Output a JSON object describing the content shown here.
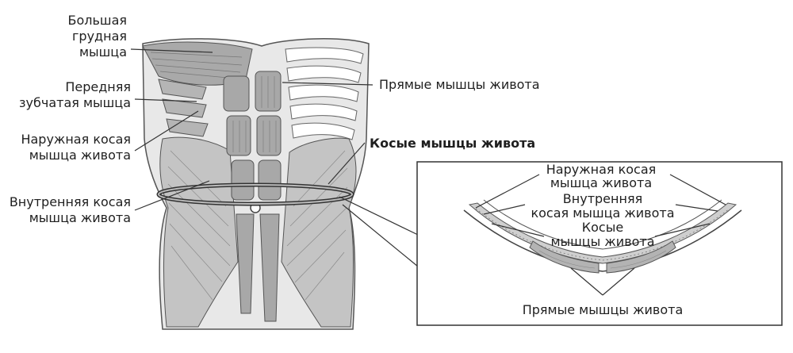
{
  "labels": {
    "pectoralis_major": [
      "Большая",
      "грудная",
      "мышца"
    ],
    "serratus_anterior": [
      "Передняя",
      "зубчатая мышца"
    ],
    "external_oblique": [
      "Наружная косая",
      "мышца живота"
    ],
    "internal_oblique": [
      "Внутренняя косая",
      "мышца живота"
    ],
    "rectus_abdominis": "Прямые мышцы живота",
    "obliques_heading": "Косые мышцы живота"
  },
  "inset": {
    "external_oblique": [
      "Наружная косая",
      "мышца живота"
    ],
    "internal_oblique": [
      "Внутренняя",
      "косая мышца живота"
    ],
    "obliques": [
      "Косые",
      "мышцы живота"
    ],
    "rectus_abdominis": "Прямые мышцы живота"
  },
  "colors": {
    "ink": "#1f1f1f",
    "line": "#333333",
    "skin": "#e6e6e6",
    "muscle": "#bdbdbd",
    "muscle_dark": "#a6a6a6",
    "outline": "#555555"
  }
}
